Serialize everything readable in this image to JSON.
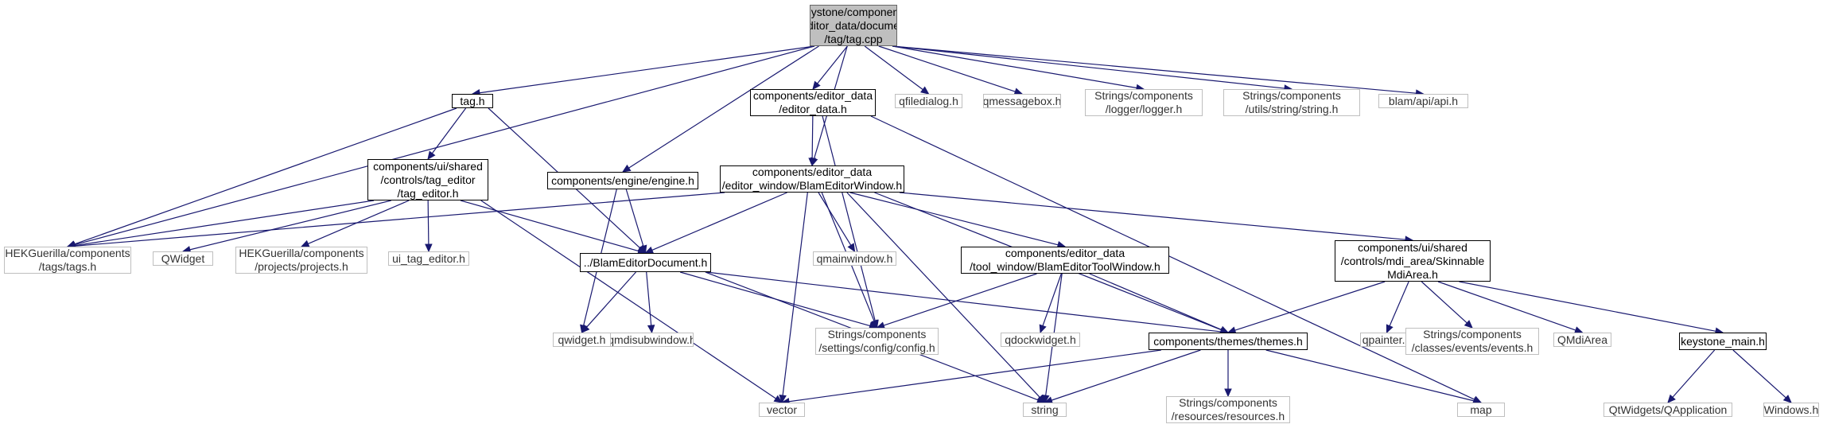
{
  "diagram": {
    "edge_color": "#191970",
    "root_fill": "#bfbfbf",
    "external_border": "#bfbfbf",
    "nodes": [
      {
        "id": "tag_cpp",
        "kind": "root",
        "lines": [
          "keystone/components",
          "/editor_data/document",
          "/tag/tag.cpp"
        ]
      },
      {
        "id": "tag_h",
        "kind": "doc",
        "lines": [
          "tag.h"
        ]
      },
      {
        "id": "editor_data_h",
        "kind": "doc",
        "lines": [
          "components/editor_data",
          "/editor_data.h"
        ]
      },
      {
        "id": "qfiledialog",
        "kind": "ext",
        "lines": [
          "qfiledialog.h"
        ]
      },
      {
        "id": "qmessagebox",
        "kind": "ext",
        "lines": [
          "qmessagebox.h"
        ]
      },
      {
        "id": "logger_h",
        "kind": "ext",
        "lines": [
          "Strings/components",
          "/logger/logger.h"
        ]
      },
      {
        "id": "string_h",
        "kind": "ext",
        "lines": [
          "Strings/components",
          "/utils/string/string.h"
        ]
      },
      {
        "id": "api_h",
        "kind": "ext",
        "lines": [
          "blam/api/api.h"
        ]
      },
      {
        "id": "tag_editor_h",
        "kind": "doc",
        "lines": [
          "components/ui/shared",
          "/controls/tag_editor",
          "/tag_editor.h"
        ]
      },
      {
        "id": "engine_h",
        "kind": "doc",
        "lines": [
          "components/engine/engine.h"
        ]
      },
      {
        "id": "bew_h",
        "kind": "doc",
        "lines": [
          "components/editor_data",
          "/editor_window/BlamEditorWindow.h"
        ]
      },
      {
        "id": "tags_h",
        "kind": "ext",
        "lines": [
          "HEKGuerilla/components",
          "/tags/tags.h"
        ]
      },
      {
        "id": "qwidget",
        "kind": "ext",
        "lines": [
          "QWidget"
        ]
      },
      {
        "id": "projects_h",
        "kind": "ext",
        "lines": [
          "HEKGuerilla/components",
          "/projects/projects.h"
        ]
      },
      {
        "id": "ui_tag_editor",
        "kind": "ext",
        "lines": [
          "ui_tag_editor.h"
        ]
      },
      {
        "id": "bed_h",
        "kind": "doc",
        "lines": [
          "../BlamEditorDocument.h"
        ]
      },
      {
        "id": "qmainwindow",
        "kind": "ext",
        "lines": [
          "qmainwindow.h"
        ]
      },
      {
        "id": "betw_h",
        "kind": "doc",
        "lines": [
          "components/editor_data",
          "/tool_window/BlamEditorToolWindow.h"
        ]
      },
      {
        "id": "smda_h",
        "kind": "doc",
        "lines": [
          "components/ui/shared",
          "/controls/mdi_area/Skinnable",
          "MdiArea.h"
        ]
      },
      {
        "id": "qwidget_h",
        "kind": "ext",
        "lines": [
          "qwidget.h"
        ]
      },
      {
        "id": "qmdisubwindow",
        "kind": "ext",
        "lines": [
          "qmdisubwindow.h"
        ]
      },
      {
        "id": "config_h",
        "kind": "ext",
        "lines": [
          "Strings/components",
          "/settings/config/config.h"
        ]
      },
      {
        "id": "qdockwidget",
        "kind": "ext",
        "lines": [
          "qdockwidget.h"
        ]
      },
      {
        "id": "themes_h",
        "kind": "doc",
        "lines": [
          "components/themes/themes.h"
        ]
      },
      {
        "id": "qpainter",
        "kind": "ext",
        "lines": [
          "qpainter.h"
        ]
      },
      {
        "id": "events_h",
        "kind": "ext",
        "lines": [
          "Strings/components",
          "/classes/events/events.h"
        ]
      },
      {
        "id": "qmdiarea",
        "kind": "ext",
        "lines": [
          "QMdiArea"
        ]
      },
      {
        "id": "keystone_main",
        "kind": "doc",
        "lines": [
          "keystone_main.h"
        ]
      },
      {
        "id": "vector",
        "kind": "ext",
        "lines": [
          "vector"
        ]
      },
      {
        "id": "string",
        "kind": "ext",
        "lines": [
          "string"
        ]
      },
      {
        "id": "resources_h",
        "kind": "ext",
        "lines": [
          "Strings/components",
          "/resources/resources.h"
        ]
      },
      {
        "id": "map",
        "kind": "ext",
        "lines": [
          "map"
        ]
      },
      {
        "id": "qapplication",
        "kind": "ext",
        "lines": [
          "QtWidgets/QApplication"
        ]
      },
      {
        "id": "windows_h",
        "kind": "ext",
        "lines": [
          "Windows.h"
        ]
      }
    ],
    "edges": [
      [
        "tag_cpp",
        "tag_h"
      ],
      [
        "tag_cpp",
        "editor_data_h"
      ],
      [
        "tag_cpp",
        "qfiledialog"
      ],
      [
        "tag_cpp",
        "qmessagebox"
      ],
      [
        "tag_cpp",
        "logger_h"
      ],
      [
        "tag_cpp",
        "string_h"
      ],
      [
        "tag_cpp",
        "api_h"
      ],
      [
        "tag_cpp",
        "engine_h"
      ],
      [
        "tag_cpp",
        "bew_h"
      ],
      [
        "tag_cpp",
        "tags_h"
      ],
      [
        "tag_h",
        "tag_editor_h"
      ],
      [
        "tag_h",
        "tags_h"
      ],
      [
        "tag_h",
        "bed_h"
      ],
      [
        "editor_data_h",
        "bew_h"
      ],
      [
        "editor_data_h",
        "config_h"
      ],
      [
        "editor_data_h",
        "map"
      ],
      [
        "tag_editor_h",
        "tags_h"
      ],
      [
        "tag_editor_h",
        "qwidget"
      ],
      [
        "tag_editor_h",
        "projects_h"
      ],
      [
        "tag_editor_h",
        "ui_tag_editor"
      ],
      [
        "tag_editor_h",
        "bed_h"
      ],
      [
        "tag_editor_h",
        "vector"
      ],
      [
        "engine_h",
        "bed_h"
      ],
      [
        "engine_h",
        "qwidget_h"
      ],
      [
        "bew_h",
        "tags_h"
      ],
      [
        "bew_h",
        "bed_h"
      ],
      [
        "bew_h",
        "qmainwindow"
      ],
      [
        "bew_h",
        "betw_h"
      ],
      [
        "bew_h",
        "smda_h"
      ],
      [
        "bew_h",
        "config_h"
      ],
      [
        "bew_h",
        "themes_h"
      ],
      [
        "bew_h",
        "vector"
      ],
      [
        "bew_h",
        "string"
      ],
      [
        "bed_h",
        "qwidget_h"
      ],
      [
        "bed_h",
        "qmdisubwindow"
      ],
      [
        "bed_h",
        "config_h"
      ],
      [
        "bed_h",
        "themes_h"
      ],
      [
        "bed_h",
        "string"
      ],
      [
        "betw_h",
        "config_h"
      ],
      [
        "betw_h",
        "qdockwidget"
      ],
      [
        "betw_h",
        "themes_h"
      ],
      [
        "betw_h",
        "string"
      ],
      [
        "smda_h",
        "themes_h"
      ],
      [
        "smda_h",
        "qpainter"
      ],
      [
        "smda_h",
        "events_h"
      ],
      [
        "smda_h",
        "qmdiarea"
      ],
      [
        "smda_h",
        "keystone_main"
      ],
      [
        "themes_h",
        "vector"
      ],
      [
        "themes_h",
        "string"
      ],
      [
        "themes_h",
        "resources_h"
      ],
      [
        "themes_h",
        "map"
      ],
      [
        "keystone_main",
        "qapplication"
      ],
      [
        "keystone_main",
        "windows_h"
      ]
    ]
  }
}
